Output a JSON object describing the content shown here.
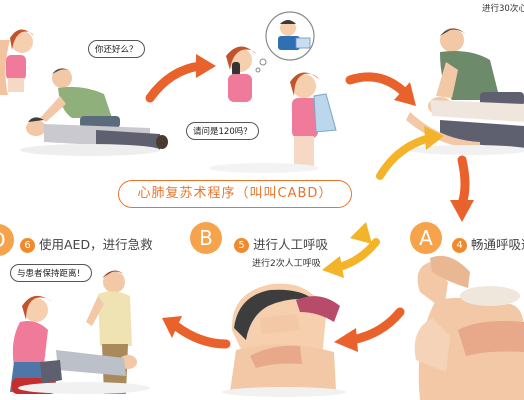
{
  "top_right_note": "进行30次心",
  "bubble_ok": "你还好么？",
  "bubble_120": "请问是120吗？",
  "title": "心肺复苏术程序（叫叫CABD）",
  "step_d": {
    "letter": "D",
    "num": "6",
    "label": "使用AED，进行急救"
  },
  "step_b": {
    "letter": "B",
    "num": "5",
    "label": "进行人工呼吸",
    "note": "进行2次人工呼吸"
  },
  "step_a": {
    "letter": "A",
    "num": "4",
    "label": "畅通呼吸道"
  },
  "bubble_distance": "与患者保持距离！",
  "colors": {
    "accent": "#e9742a",
    "arrow_orange": "#e9622b",
    "arrow_yellow": "#f4b429",
    "circle": "#f6a34c"
  }
}
